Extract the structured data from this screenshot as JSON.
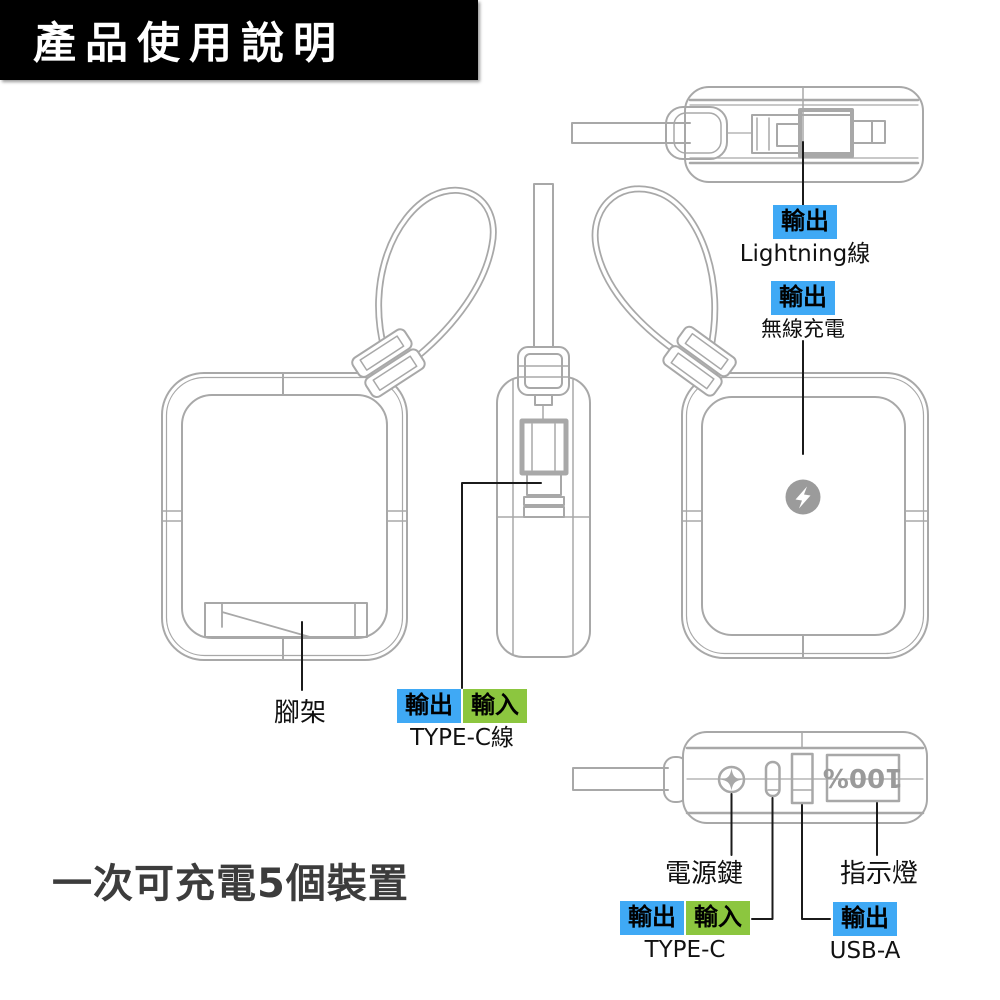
{
  "banner": {
    "title": "產品使用說明"
  },
  "colors": {
    "highlight_blue": "#3FA9F5",
    "highlight_green": "#8CC63F",
    "line_gray": "#A8A8A8",
    "callout_black": "#1B1B1B"
  },
  "labels": {
    "lightning": {
      "tag_out": "輸出",
      "caption": "Lightning線"
    },
    "wireless": {
      "tag_out": "輸出",
      "caption": "無線充電"
    },
    "kickstand": {
      "caption": "腳架"
    },
    "typec_cable": {
      "tag_out": "輸出",
      "tag_in": "輸入",
      "caption": "TYPE-C線"
    },
    "power_key": {
      "caption": "電源鍵"
    },
    "indicator": {
      "caption": "指示燈"
    },
    "typec_port": {
      "tag_out": "輸出",
      "tag_in": "輸入",
      "caption": "TYPE-C"
    },
    "usba_port": {
      "tag_out": "輸出",
      "caption": "USB-A"
    }
  },
  "device": {
    "battery_display": "100%"
  },
  "footer": {
    "note": "一次可充電5個裝置"
  }
}
